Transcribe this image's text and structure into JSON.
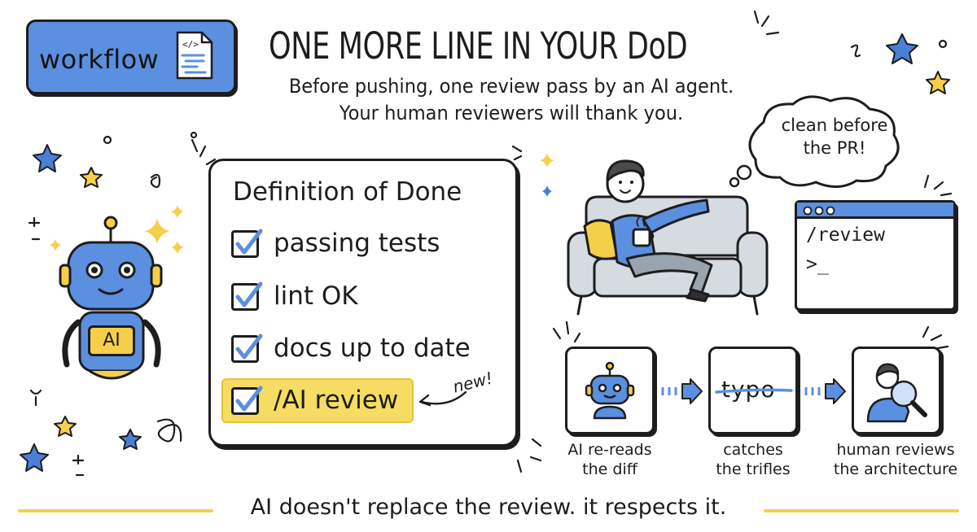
{
  "badge": {
    "label": "workflow",
    "icon": "code-file-icon"
  },
  "title": "ONE MORE LINE IN YOUR DoD",
  "subtitle": {
    "line1": "Before pushing, one review pass by an AI agent.",
    "line2": "Your human reviewers will thank you."
  },
  "robot": {
    "chest_label": "AI"
  },
  "dod": {
    "title": "Definition of Done",
    "items": [
      {
        "label": "passing tests",
        "checked": true
      },
      {
        "label": "lint OK",
        "checked": true
      },
      {
        "label": "docs up to date",
        "checked": true
      },
      {
        "label": "/AI review",
        "checked": true,
        "highlighted": true
      }
    ],
    "new_note": "new!"
  },
  "thought_bubble": {
    "line1": "clean before",
    "line2": "the PR!"
  },
  "terminal": {
    "command": "/review",
    "prompt": ">_"
  },
  "steps": [
    {
      "line1": "AI re-reads",
      "line2": "the diff",
      "icon": "robot-icon"
    },
    {
      "line1": "catches",
      "line2": "the trifles",
      "icon": "typo-strikethrough",
      "box_text": "typo"
    },
    {
      "line1": "human reviews",
      "line2": "the architecture",
      "icon": "person-magnifier-icon"
    }
  ],
  "footer": "AI doesn't replace the review. it respects it.",
  "colors": {
    "accent_blue": "#5b8fe0",
    "highlight_yellow": "#f7dc63",
    "ink": "#1d1d1d"
  }
}
